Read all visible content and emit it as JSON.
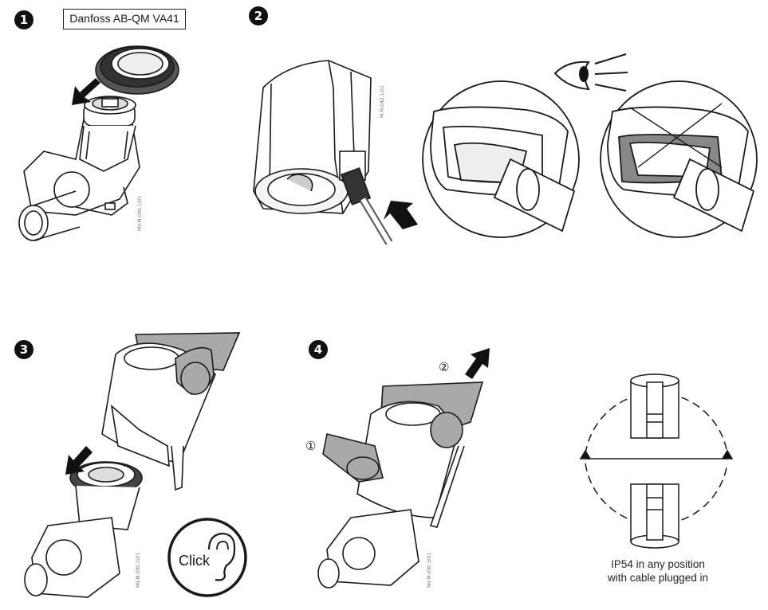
{
  "steps": {
    "s1": "❶",
    "s2": "❷",
    "s3": "❸",
    "s4": "❹"
  },
  "model_label": "Danfoss AB-QM VA41",
  "drawing_codes": {
    "c1": "MV.M.090.1/01",
    "c2": "M.M.042.1/01",
    "c3": "MV.M.090.2/01",
    "c4": "MV.M.090.3/01"
  },
  "click_label": "Click",
  "order_labels": {
    "first": "①",
    "second": "②"
  },
  "caption": {
    "line1": "IP54 in any position",
    "line2": "with cable plugged in"
  },
  "colors": {
    "line": "#1a1a1a",
    "gray_hand": "#a9a9a9",
    "dark_gray": "#7a7a7a",
    "background": "#ffffff"
  }
}
